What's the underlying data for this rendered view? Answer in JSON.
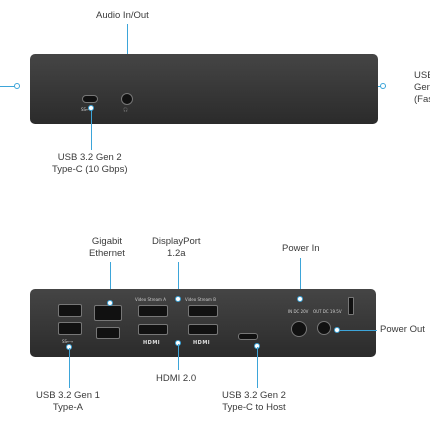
{
  "colors": {
    "leader": "#3da5d9",
    "device": "#333333"
  },
  "top_device": {
    "labels": {
      "audio": "Audio In/Out",
      "usbc_line1": "USB 3.2 Gen 2",
      "usbc_line2": "Type-C (10 Gbps)",
      "right_line1": "USB",
      "right_line2": "Gen",
      "right_line3": "(Fas"
    }
  },
  "bottom_device": {
    "labels": {
      "ethernet_line1": "Gigabit",
      "ethernet_line2": "Ethernet",
      "displayport_line1": "DisplayPort",
      "displayport_line2": "1.2a",
      "power_in": "Power In",
      "power_out": "Power Out",
      "usba_line1": "USB 3.2 Gen 1",
      "usba_line2": "Type-A",
      "hdmi": "HDMI 2.0",
      "usbc_host_line1": "USB 3.2 Gen 2",
      "usbc_host_line2": "Type-C to Host"
    },
    "port_text": {
      "video_a": "Video Stream A",
      "video_b": "Video Stream B",
      "hdmi_logo": "HDMI",
      "dc_in": "IN DC 20V",
      "dc_out": "OUT DC 19.5V"
    }
  }
}
